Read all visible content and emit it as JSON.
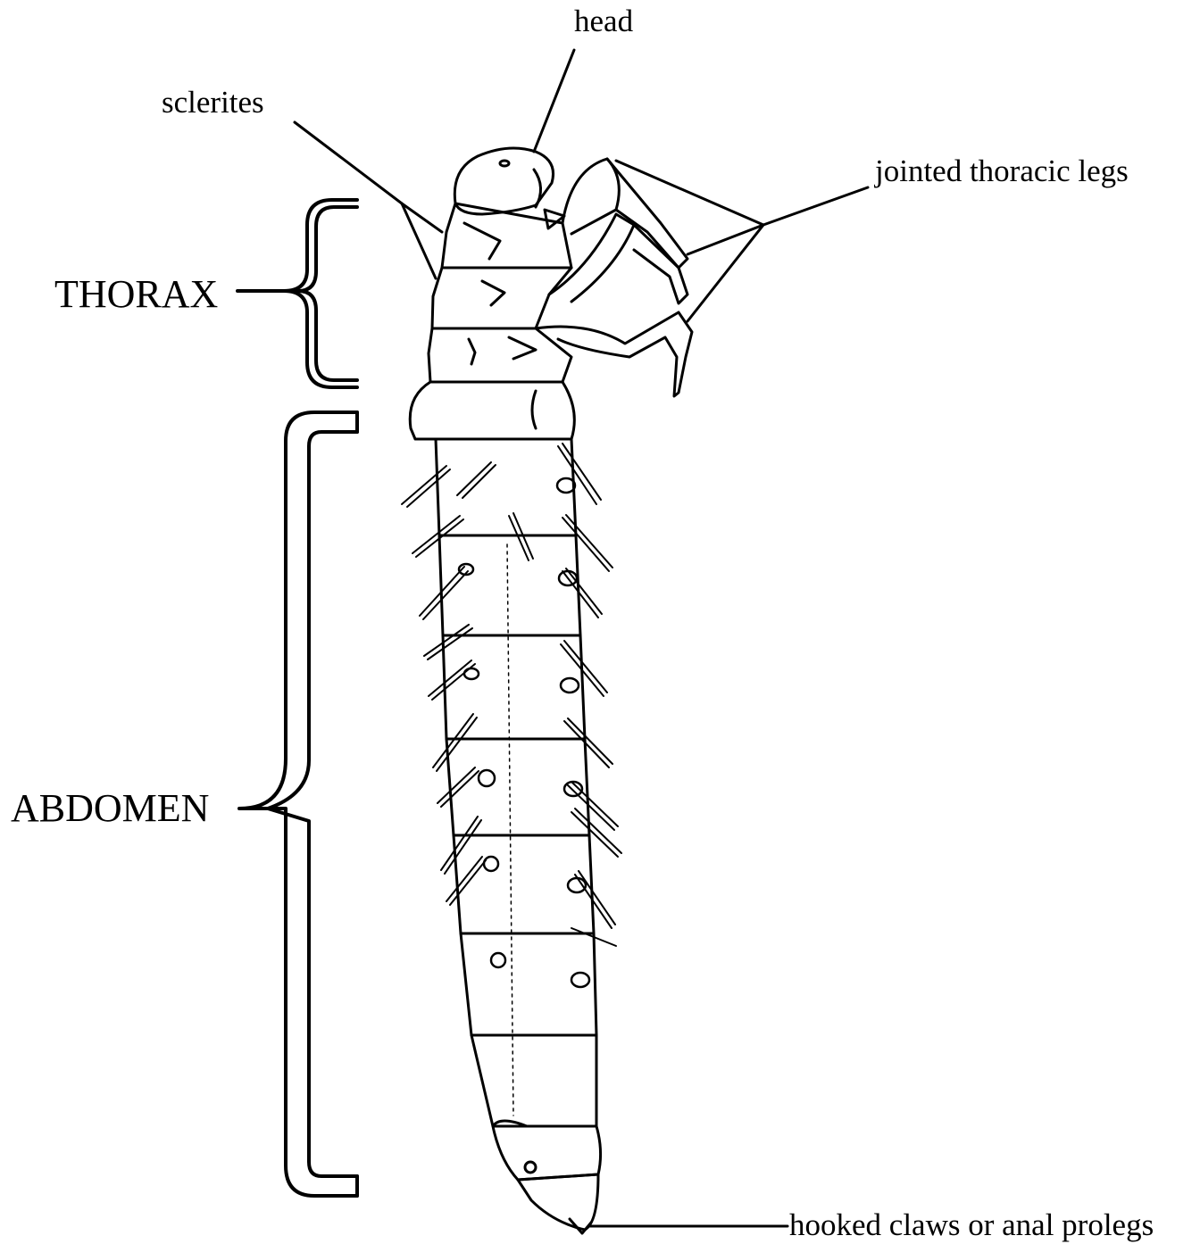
{
  "labels": {
    "head": "head",
    "sclerites": "sclerites",
    "legs": "jointed thoracic legs",
    "thorax": "THORAX",
    "abdomen": "ABDOMEN",
    "claws": "hooked claws or anal prolegs"
  }
}
